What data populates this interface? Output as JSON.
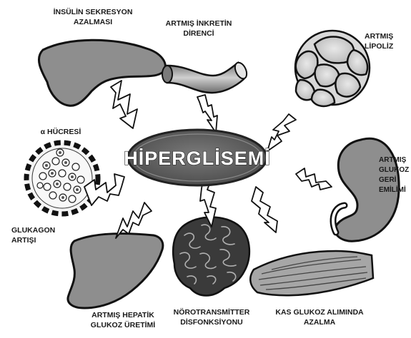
{
  "center": {
    "label": "HİPERGLİSEMİ"
  },
  "labels": {
    "insulin": [
      "İNSÜLİN SEKRESYON",
      "AZALMASI"
    ],
    "incretin": [
      "ARTMIŞ İNKRETİN",
      "DİRENCİ"
    ],
    "lipoliz": [
      "ARTMIŞ",
      "LİPOLİZ"
    ],
    "alpha": [
      "α HÜCRESİ"
    ],
    "glukagon": [
      "GLUKAGON",
      "ARTIŞI"
    ],
    "kidney": [
      "ARTMIŞ",
      "GLUKOZ",
      "GERİ",
      "EMİLİMİ"
    ],
    "hepatik": [
      "ARTMIŞ HEPATİK",
      "GLUKOZ ÜRETİMİ"
    ],
    "noro": [
      "NÖROTRANSMİTTER",
      "DİSFONKSİYONU"
    ],
    "kas": [
      "KAS GLUKOZ ALIMINDA",
      "AZALMA"
    ]
  },
  "colors": {
    "organ_fill": "#8e8e8e",
    "outline": "#111111",
    "center_fill": "#5e5e5e"
  },
  "icons": [
    "pancreas-icon",
    "intestine-tube-icon",
    "adipose-cells-icon",
    "alpha-cell-islet-icon",
    "liver-icon",
    "brain-icon",
    "muscle-icon",
    "kidney-icon",
    "lightning-arrow-icon"
  ]
}
